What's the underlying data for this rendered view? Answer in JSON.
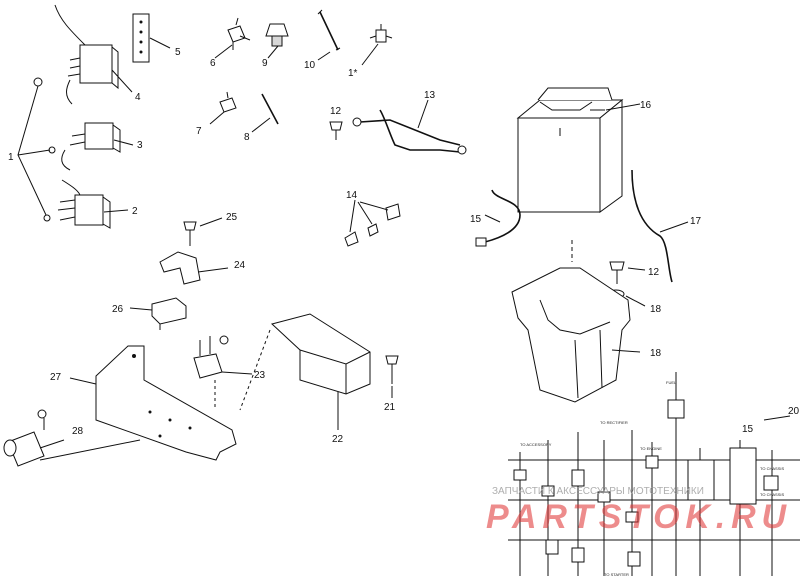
{
  "callouts": {
    "c1": "1",
    "c1s": "1*",
    "c2": "2",
    "c3": "3",
    "c4": "4",
    "c5": "5",
    "c6": "6",
    "c7": "7",
    "c8": "8",
    "c9": "9",
    "c10": "10",
    "c12a": "12",
    "c12b": "12",
    "c13": "13",
    "c14": "14",
    "c15": "15",
    "c16": "16",
    "c17": "17",
    "c18a": "18",
    "c18b": "18",
    "c20": "20",
    "c21": "21",
    "c22": "22",
    "c23": "23",
    "c24": "24",
    "c25": "25",
    "c26": "26",
    "c27": "27",
    "c28": "28"
  },
  "watermark": {
    "top_text": "ЗАПЧАСТИ К АКСЕССУАРЫ МОТОТЕХНИКИ",
    "logo_text": "PARTSTOK.RU",
    "logo_color": "#e03030"
  },
  "schematic": {
    "header": "15"
  }
}
